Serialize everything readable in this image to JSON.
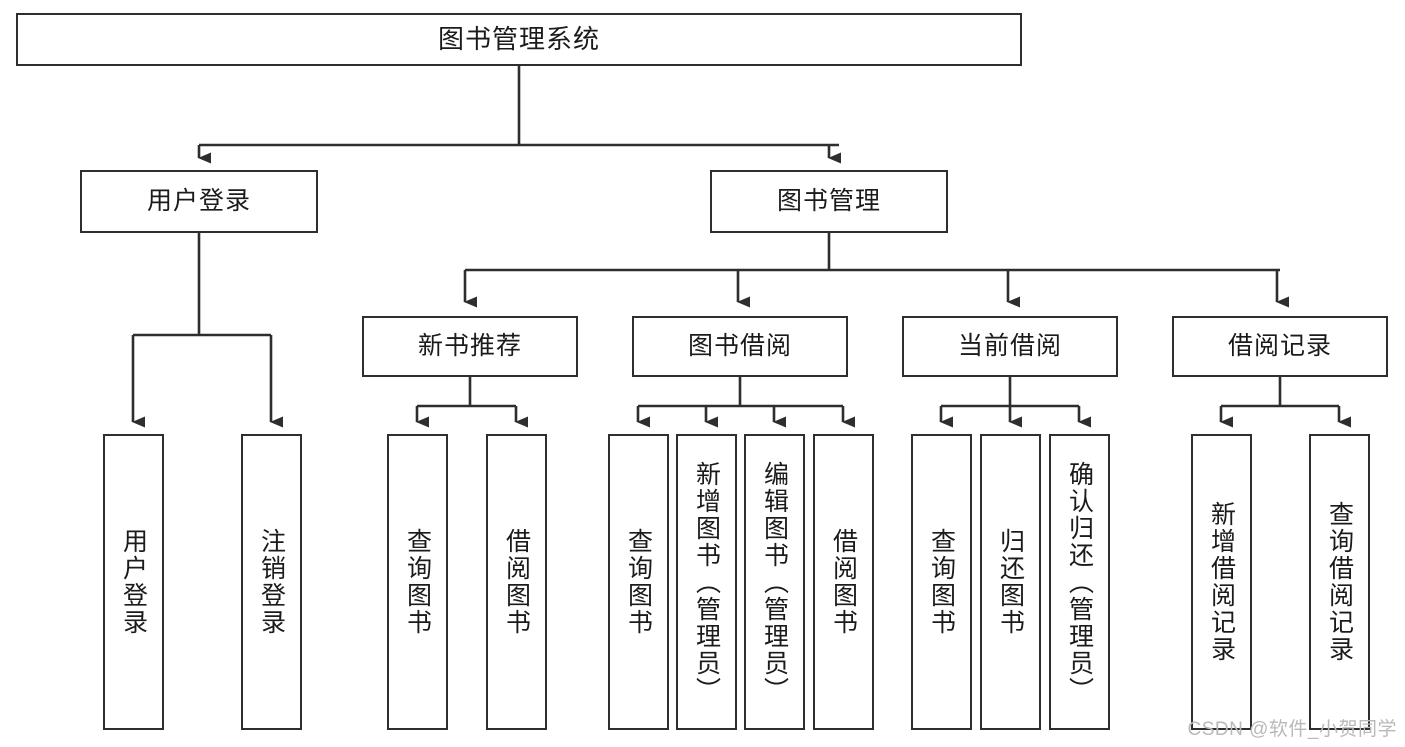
{
  "diagram": {
    "title": "图书管理系统",
    "watermark": "CSDN @软件_小贺同学",
    "colors": {
      "stroke": "#2e2e2e",
      "fill": "#ffffff",
      "text": "#1b1b1b",
      "watermark": "#b9b9b9"
    },
    "levels": {
      "root": {
        "label": "图书管理系统"
      },
      "level2": [
        {
          "label": "用户登录"
        },
        {
          "label": "图书管理"
        }
      ],
      "level3": [
        {
          "label": "新书推荐"
        },
        {
          "label": "图书借阅"
        },
        {
          "label": "当前借阅"
        },
        {
          "label": "借阅记录"
        }
      ],
      "leaves": {
        "user_login": [
          {
            "label": "用户登录"
          },
          {
            "label": "注销登录"
          }
        ],
        "new_book": [
          {
            "label": "查询图书"
          },
          {
            "label": "借阅图书"
          }
        ],
        "book_borrow": [
          {
            "label": "查询图书"
          },
          {
            "label": "新增图书（管理员）"
          },
          {
            "label": "编辑图书（管理员）"
          },
          {
            "label": "借阅图书"
          }
        ],
        "current_borrow": [
          {
            "label": "查询图书"
          },
          {
            "label": "归还图书"
          },
          {
            "label": "确认归还（管理员）"
          }
        ],
        "borrow_record": [
          {
            "label": "新增借阅记录"
          },
          {
            "label": "查询借阅记录"
          }
        ]
      }
    }
  }
}
